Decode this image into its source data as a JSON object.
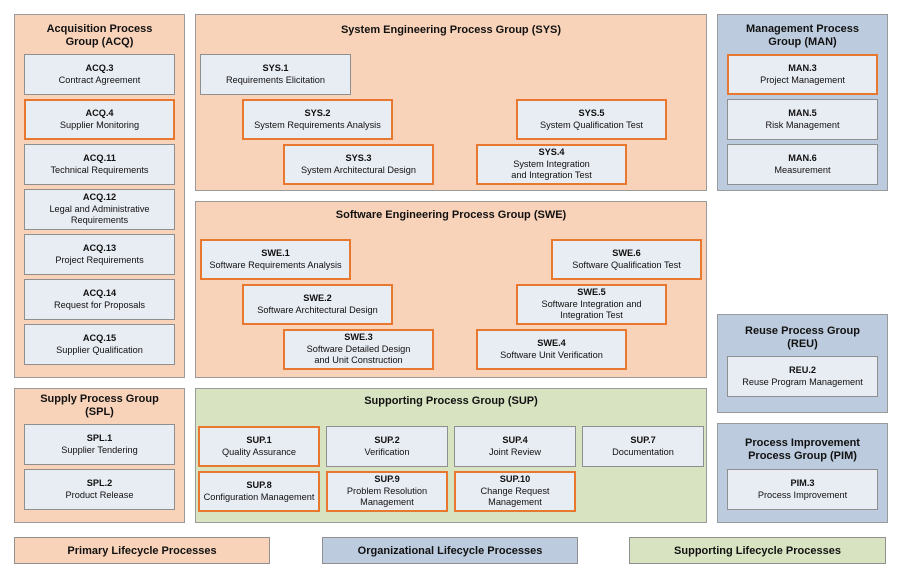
{
  "groups": {
    "acq": {
      "title": "Acquisition Process\nGroup (ACQ)",
      "processes": [
        {
          "code": "ACQ.3",
          "name": "Contract Agreement",
          "highlighted": false
        },
        {
          "code": "ACQ.4",
          "name": "Supplier Monitoring",
          "highlighted": true
        },
        {
          "code": "ACQ.11",
          "name": "Technical Requirements",
          "highlighted": false
        },
        {
          "code": "ACQ.12",
          "name": "Legal and Administrative\nRequirements",
          "highlighted": false
        },
        {
          "code": "ACQ.13",
          "name": "Project Requirements",
          "highlighted": false
        },
        {
          "code": "ACQ.14",
          "name": "Request for Proposals",
          "highlighted": false
        },
        {
          "code": "ACQ.15",
          "name": "Supplier Qualification",
          "highlighted": false
        }
      ]
    },
    "spl": {
      "title": "Supply Process Group\n(SPL)",
      "processes": [
        {
          "code": "SPL.1",
          "name": "Supplier Tendering",
          "highlighted": false
        },
        {
          "code": "SPL.2",
          "name": "Product Release",
          "highlighted": false
        }
      ]
    },
    "sys": {
      "title": "System Engineering Process Group (SYS)",
      "processes": [
        {
          "code": "SYS.1",
          "name": "Requirements Elicitation",
          "highlighted": false
        },
        {
          "code": "SYS.2",
          "name": "System Requirements Analysis",
          "highlighted": true
        },
        {
          "code": "SYS.3",
          "name": "System Architectural Design",
          "highlighted": true
        },
        {
          "code": "SYS.4",
          "name": "System Integration\nand Integration Test",
          "highlighted": true
        },
        {
          "code": "SYS.5",
          "name": "System Qualification Test",
          "highlighted": true
        }
      ]
    },
    "swe": {
      "title": "Software Engineering Process Group (SWE)",
      "processes": [
        {
          "code": "SWE.1",
          "name": "Software Requirements Analysis",
          "highlighted": true
        },
        {
          "code": "SWE.2",
          "name": "Software Architectural Design",
          "highlighted": true
        },
        {
          "code": "SWE.3",
          "name": "Software Detailed Design\nand Unit Construction",
          "highlighted": true
        },
        {
          "code": "SWE.4",
          "name": "Software Unit Verification",
          "highlighted": true
        },
        {
          "code": "SWE.5",
          "name": "Software Integration and\nIntegration Test",
          "highlighted": true
        },
        {
          "code": "SWE.6",
          "name": "Software Qualification Test",
          "highlighted": true
        }
      ]
    },
    "sup": {
      "title": "Supporting Process Group (SUP)",
      "processes": [
        {
          "code": "SUP.1",
          "name": "Quality Assurance",
          "highlighted": true
        },
        {
          "code": "SUP.2",
          "name": "Verification",
          "highlighted": false
        },
        {
          "code": "SUP.4",
          "name": "Joint Review",
          "highlighted": false
        },
        {
          "code": "SUP.7",
          "name": "Documentation",
          "highlighted": false
        },
        {
          "code": "SUP.8",
          "name": "Configuration Management",
          "highlighted": true
        },
        {
          "code": "SUP.9",
          "name": "Problem Resolution\nManagement",
          "highlighted": true
        },
        {
          "code": "SUP.10",
          "name": "Change Request\nManagement",
          "highlighted": true
        }
      ]
    },
    "man": {
      "title": "Management Process\nGroup (MAN)",
      "processes": [
        {
          "code": "MAN.3",
          "name": "Project Management",
          "highlighted": true
        },
        {
          "code": "MAN.5",
          "name": "Risk Management",
          "highlighted": false
        },
        {
          "code": "MAN.6",
          "name": "Measurement",
          "highlighted": false
        }
      ]
    },
    "reu": {
      "title": "Reuse Process Group\n(REU)",
      "processes": [
        {
          "code": "REU.2",
          "name": "Reuse Program Management",
          "highlighted": false
        }
      ]
    },
    "pim": {
      "title": "Process Improvement\nProcess Group (PIM)",
      "processes": [
        {
          "code": "PIM.3",
          "name": "Process Improvement",
          "highlighted": false
        }
      ]
    }
  },
  "legend": {
    "primary": "Primary Lifecycle Processes",
    "organizational": "Organizational Lifecycle Processes",
    "supporting": "Supporting Lifecycle Processes"
  },
  "colors": {
    "primary": "#f9d3b9",
    "organizational": "#bccbdd",
    "supporting": "#d8e4c1",
    "process_box": "#e8ecf3",
    "highlight_border": "#e8782f"
  }
}
